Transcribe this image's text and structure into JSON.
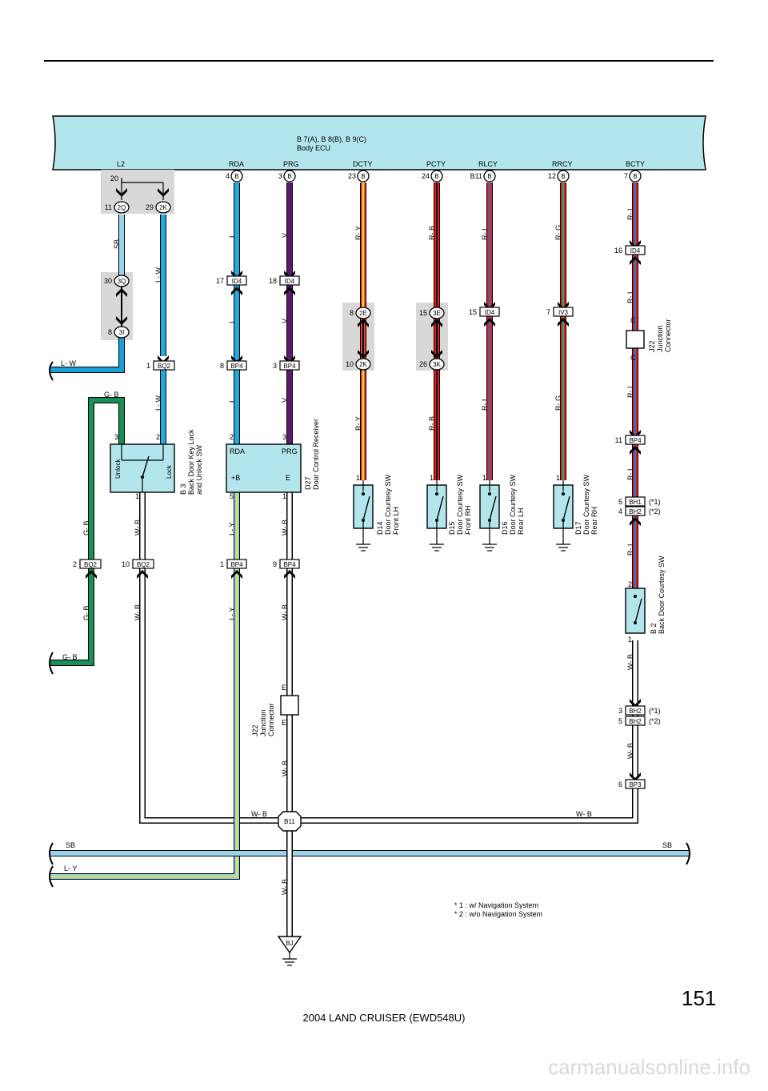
{
  "page_number": "151",
  "footer_title": "2004 LAND CRUISER (EWD548U)",
  "watermark": "carmanualsonline.info",
  "ecu": {
    "title": "B 7(A), B 8(B), B 9(C)",
    "subtitle": "Body ECU",
    "terminals": [
      "L2",
      "RDA",
      "PRG",
      "DCTY",
      "PCTY",
      "RLCY",
      "RRCY",
      "BCTY"
    ]
  },
  "connectors": {
    "b4": "4",
    "b3": "3",
    "b23": "23",
    "b24": "24",
    "b11": "B11",
    "b12": "12",
    "b7": "7",
    "pin20": "20",
    "c2q": "2Q",
    "c2q_pin": "11",
    "c2k": "2K",
    "c2k_pin": "29",
    "c3q": "3Q",
    "c3q_pin": "30",
    "c3i": "3I",
    "c3i_pin": "8",
    "c2e": "2E",
    "c2e_pin": "8",
    "c2k2_pin": "10",
    "c3e": "3E",
    "c3e_pin": "15",
    "c3k": "3K",
    "c3k_pin": "26",
    "id4_a": "ID4",
    "id4_a_pin": "17",
    "id4_b_pin": "18",
    "id4_c_pin": "15",
    "id4_d_pin": "16",
    "iv3": "IV3",
    "iv3_pin": "7",
    "bq2": "BQ2",
    "bq2_pin1": "1",
    "bq2_pin2": "2",
    "bq2_pin10": "10",
    "bp4": "BP4",
    "bp4_pin8": "8",
    "bp4_pin3": "3",
    "bp4_pin1": "1",
    "bp4_pin9": "9",
    "bp4_pin11": "11",
    "bh1": "BH1",
    "bh1_pin": "5",
    "bh2": "BH2",
    "bh2_pin4": "4",
    "bh2_pin3": "3",
    "bh2_pin5": "5",
    "bp3": "BP3",
    "bp3_pin": "6",
    "bj": "BJ",
    "b_mark": "B",
    "c_mark": "C",
    "e_mark": "E"
  },
  "notes": {
    "n1": "(*1)",
    "n2": "(*2)",
    "line1": "*  1 : w/ Navigation System",
    "line2": "*  2 : w/o Navigation System"
  },
  "wires": {
    "sb": "SB",
    "lw": "L- W",
    "gb": "G- B",
    "wb": "W- B",
    "l": "L",
    "ly": "L- Y",
    "v": "V",
    "ry": "R- Y",
    "rb": "R- B",
    "rl": "R- L",
    "rg": "R- G"
  },
  "components": {
    "b3_title": "B 3",
    "b3_l1": "Back Door Key Lock",
    "b3_l2": "and Unlock SW",
    "unlock": "Unlock",
    "lock": "Lock",
    "pin3": "3",
    "pin2": "2",
    "pin1": "1",
    "pin5": "5",
    "d27_title": "D27",
    "d27_l1": "Door Control Receiver",
    "rda": "RDA",
    "prg": "PRG",
    "plusb": "+B",
    "e": "E",
    "d14_title": "D14",
    "d14_l1": "Door Courtesy SW",
    "d14_l2": "Front LH",
    "d15_title": "D15",
    "d15_l1": "Door Courtesy SW",
    "d15_l2": "Front RH",
    "d16_title": "D16",
    "d16_l1": "Door Courtesy SW",
    "d16_l2": "Rear LH",
    "d17_title": "D17",
    "d17_l1": "Door Courtesy SW",
    "d17_l2": "Rear RH",
    "j22_title": "J22",
    "j22_l1": "Junction",
    "j22_l2": "Connector",
    "b2_title": "B 2",
    "b2_l1": "Back Door Courtesy SW"
  }
}
